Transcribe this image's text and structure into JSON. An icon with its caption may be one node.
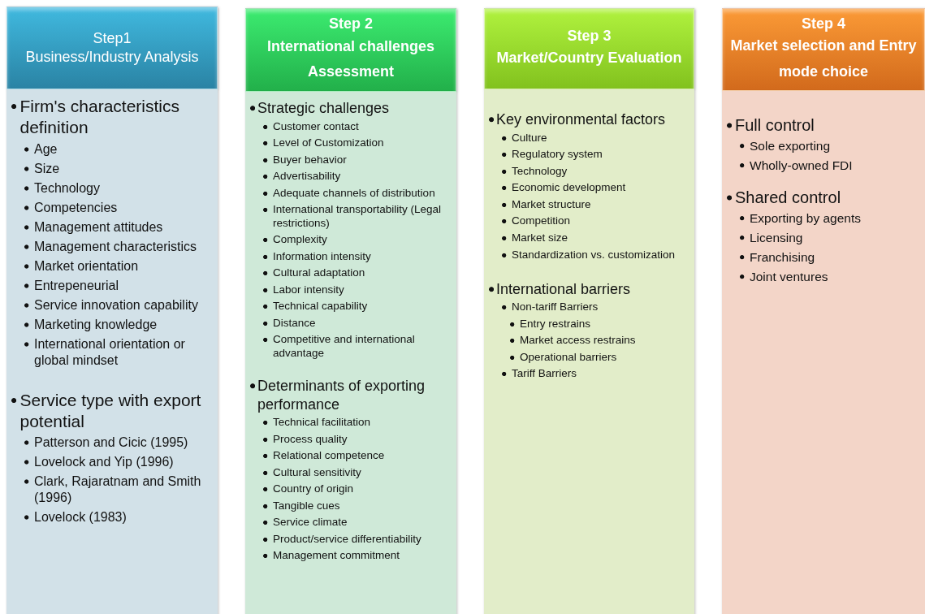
{
  "diagram": {
    "nodes": [
      {
        "text": [
          "Step1",
          "Business/Industry Analysis"
        ]
      },
      {
        "text": [
          "Firm's characteristics definition",
          "Age",
          "Size",
          "Technology",
          "Competencies",
          "Management attitudes",
          "Management characteristics",
          "Market orientation",
          "Entrepeneurial",
          "Service innovation capability",
          "Marketing knowledge",
          "International orientation or global mindset",
          "Service type with export potential",
          "Patterson and Cicic (1995)",
          "Lovelock and Yip (1996)",
          "Clark, Rajaratnam and Smith (1996)",
          "Lovelock (1983)"
        ]
      },
      {
        "text": [
          "Step 2",
          "International challenges Assessment"
        ]
      },
      {
        "text": [
          "Strategic challenges",
          "Customer contact",
          "Level of Customization",
          "Buyer behavior",
          "Advertisability",
          "Adequate channels of distribution",
          "International transportability (Legal restrictions)",
          "Complexity",
          "Information intensity",
          "Cultural adaptation",
          "Labor intensity",
          "Technical capability",
          "Distance",
          "Competitive and international advantage",
          "Determinants of exporting performance",
          "Technical facilitation",
          "Process quality",
          "Relational competence",
          "Cultural sensitivity",
          "Country of origin",
          "Tangible cues",
          "Service climate",
          "Product/service differentiability",
          "Management commitment"
        ]
      },
      {
        "text": [
          "Step 3",
          "Market/Country Evaluation"
        ]
      },
      {
        "text": [
          "Key environmental factors",
          "Culture",
          "Regulatory system",
          "Technology",
          "Economic development",
          "Market structure",
          "Competition",
          "Market size",
          "Standardization vs. customization",
          "International barriers",
          "Non-tariff Barriers",
          "Entry restrains",
          "Market access restrains",
          "Operational barriers",
          "Tariff Barriers"
        ]
      },
      {
        "text": [
          "Step 4",
          "Market selection and Entry  mode choice"
        ]
      },
      {
        "text": [
          "Full control",
          "Sole exporting",
          "Wholly-owned FDI",
          "Shared control",
          "Exporting by agents",
          "Licensing",
          "Franchising",
          "Joint ventures"
        ]
      }
    ]
  }
}
